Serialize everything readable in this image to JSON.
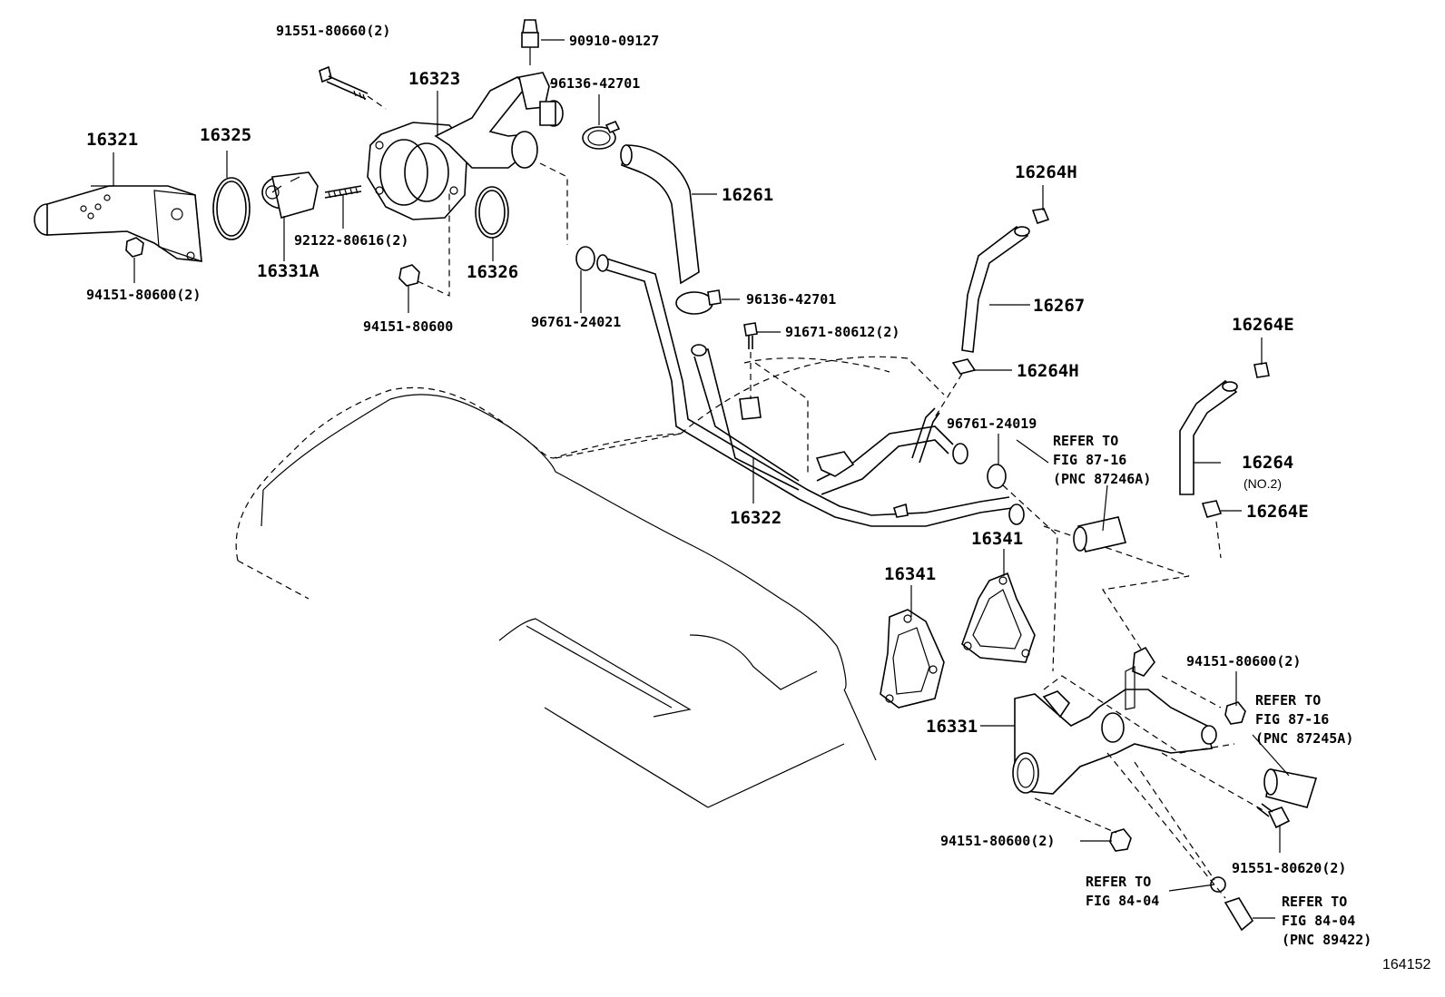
{
  "figure_id": "164152",
  "labels": {
    "p16321": "16321",
    "p16325": "16325",
    "p16323": "16323",
    "p16331A": "16331A",
    "p16326": "16326",
    "p16261": "16261",
    "p16264H_top": "16264H",
    "p16267": "16267",
    "p16264H_mid": "16264H",
    "p16264E_top": "16264E",
    "p16264": "16264",
    "p16264_no2": "(NO.2)",
    "p16264E_bot": "16264E",
    "p16322": "16322",
    "p16341_a": "16341",
    "p16341_b": "16341",
    "p16331": "16331"
  },
  "callouts": {
    "c91551_80660": "91551-80660(2)",
    "c90910_09127": "90910-09127",
    "c96136_42701_top": "96136-42701",
    "c92122_80616": "92122-80616(2)",
    "c94151_80600_left": "94151-80600(2)",
    "c94151_80600_mid": "94151-80600",
    "c96761_24021": "96761-24021",
    "c96136_42701_mid": "96136-42701",
    "c91671_80612": "91671-80612(2)",
    "c96761_24019": "96761-24019",
    "c94151_80600_right": "94151-80600(2)",
    "c94151_80600_bottom": "94151-80600(2)",
    "c91551_80620": "91551-80620(2)"
  },
  "refs": {
    "r1": [
      "REFER TO",
      "FIG 87-16",
      "(PNC 87246A)"
    ],
    "r2": [
      "REFER TO",
      "FIG 87-16",
      "(PNC 87245A)"
    ],
    "r3": [
      "REFER TO",
      "FIG 84-04"
    ],
    "r4": [
      "REFER TO",
      "FIG 84-04",
      "(PNC 89422)"
    ]
  }
}
